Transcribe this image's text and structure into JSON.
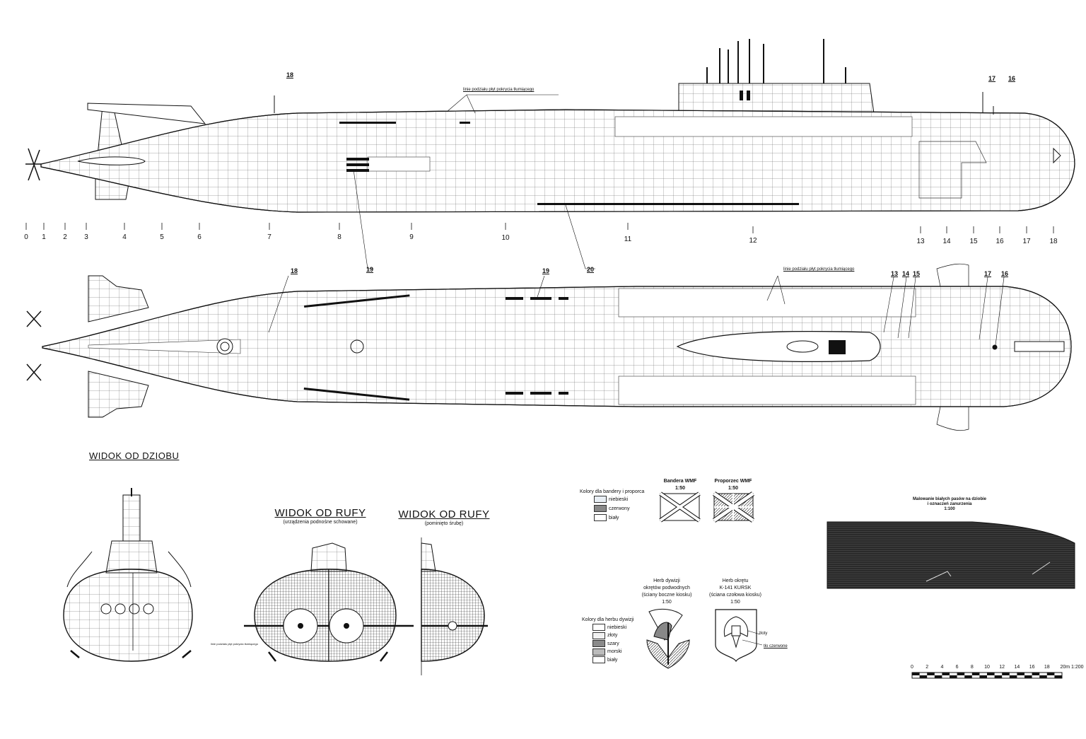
{
  "side_view": {
    "station_numbers": [
      "0",
      "1",
      "2",
      "3",
      "4",
      "5",
      "6",
      "7",
      "8",
      "9",
      "10",
      "11",
      "12",
      "13",
      "14",
      "15",
      "16",
      "17",
      "18"
    ],
    "callouts": {
      "c18": "18",
      "c17": "17",
      "c16": "16",
      "c19": "19",
      "c20": "20"
    },
    "note": "linie podziału płyt pokrycia tłumiącego"
  },
  "top_view": {
    "callouts": {
      "c18": "18",
      "c19": "19",
      "c13": "13",
      "c14": "14",
      "c15": "15",
      "c17": "17",
      "c16": "16"
    },
    "note": "linie podziału płyt pokrycia tłumiącego"
  },
  "bow_view": {
    "title": "WIDOK OD DZIOBU",
    "note": "linie podziału płyt pokrycia tłumiącego"
  },
  "stern_view_1": {
    "title": "WIDOK OD RUFY",
    "subtitle": "(urządzenia podnośne schowane)"
  },
  "stern_view_2": {
    "title": "WIDOK OD RUFY",
    "subtitle": "(pominięto śrubę)"
  },
  "flag_legend": {
    "title": "Kolory dla bandery i proporca",
    "items": [
      {
        "label": "niebieski",
        "color": "#e8eef4"
      },
      {
        "label": "czerwony",
        "color": "#888888"
      },
      {
        "label": "biały",
        "color": "#ffffff"
      }
    ]
  },
  "flags": {
    "ensign": {
      "title": "Bandera WMF",
      "scale": "1:50"
    },
    "pennant": {
      "title": "Proporzec WMF",
      "scale": "1:50"
    }
  },
  "emblems": {
    "division": {
      "line1": "Herb dywizji",
      "line2": "okrętów podwodnych",
      "line3": "(ściany boczne kiosku)",
      "scale": "1:50"
    },
    "ship": {
      "line1": "Herb okrętu",
      "line2": "K-141 KURSK",
      "line3": "(ściana czołowa kiosku)",
      "scale": "1:50",
      "label_gold": "złoty",
      "label_bg": "tło czerwone"
    }
  },
  "emblem_legend": {
    "title": "Kolory dla herbu dywizji",
    "items": [
      {
        "label": "niebieski",
        "color": "#ffffff"
      },
      {
        "label": "złoty",
        "color": "#f2f2f2"
      },
      {
        "label": "szary",
        "color": "#8a8a8a"
      },
      {
        "label": "morski",
        "color": "#bbbbbb"
      },
      {
        "label": "biały",
        "color": "#ffffff"
      }
    ]
  },
  "stripes_panel": {
    "line1": "Malowanie białych pasów na dziobie",
    "line2": "i oznaczeń zanurzenia",
    "scale": "1:100"
  },
  "scale_bar": {
    "ticks": [
      "0",
      "2",
      "4",
      "6",
      "8",
      "10",
      "12",
      "14",
      "16",
      "18",
      "20m 1:200"
    ]
  }
}
